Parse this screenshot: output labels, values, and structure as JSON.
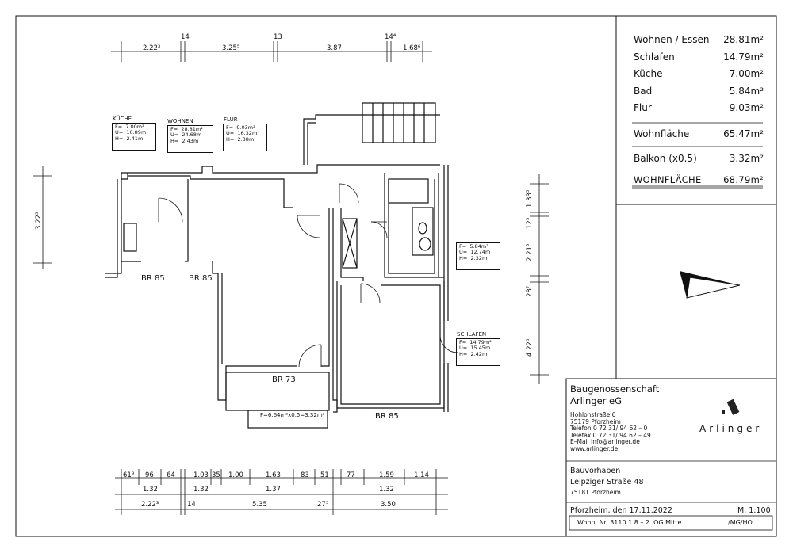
{
  "area_summary": {
    "rows": [
      {
        "name": "Wohnen / Essen",
        "value": "28.81m²"
      },
      {
        "name": "Schlafen",
        "value": "14.79m²"
      },
      {
        "name": "Küche",
        "value": "7.00m²"
      },
      {
        "name": "Bad",
        "value": "5.84m²"
      },
      {
        "name": "Flur",
        "value": "9.03m²"
      }
    ],
    "wohnflaeche": {
      "name": "Wohnfläche",
      "value": "65.47m²"
    },
    "balkon": {
      "name": "Balkon (x0.5)",
      "value": "3.32m²"
    },
    "total": {
      "name": "WOHNFLÄCHE",
      "value": "68.79m²"
    }
  },
  "room_labels": {
    "kueche": {
      "title": "KÜCHE",
      "f": "F=  7.00m²",
      "u": "U=  10.89m",
      "h": "H=  2.41m"
    },
    "wohnen": {
      "title": "WOHNEN",
      "f": "F=  28.81m²",
      "u": "U=  24.68m",
      "h": "H=  2.43m"
    },
    "flur": {
      "title": "FLUR",
      "f": "F=  9.03m²",
      "u": "U=  16.32m",
      "h": "H=  2.38m"
    },
    "bad": {
      "title": "",
      "f": "F=  5.84m²",
      "u": "U=  12.74m",
      "h": "H=  2.32m"
    },
    "schlafen": {
      "title": "SCHLAFEN",
      "f": "F=  14.79m²",
      "u": "U=  15.45m",
      "h": "H=  2.42m"
    }
  },
  "openings": {
    "br85_kueche": "BR 85",
    "br85_wohnen": "BR 85",
    "br73": "BR 73",
    "br85_schlafen": "BR 85",
    "balkon": "F=6.64m²x0.5=3.32m²"
  },
  "top_dimensions": {
    "d1": "2.22³",
    "d2": "14",
    "d3": "3.25⁵",
    "d4": "13",
    "d5": "3.87",
    "d6": "14⁴",
    "d7": "1.68⁶"
  },
  "bottom_dimensions": {
    "row1": [
      "61⁹",
      "96",
      "64",
      "1.03",
      "35",
      "1.00",
      "1.63",
      "83",
      "51",
      "77",
      "1.59",
      "1.14"
    ],
    "row2": [
      "1.32",
      "1.32",
      "1.37",
      "1.32"
    ],
    "row3": [
      "2.22³",
      "14",
      "5.35",
      "27⁵",
      "3.50"
    ]
  },
  "side_dimensions": {
    "left": "3.22⁵",
    "right": [
      "1.33⁵",
      "12⁵",
      "2.21⁵",
      "28⁷",
      "4.22⁵"
    ]
  },
  "title_block": {
    "company1": "Baugenossenschaft",
    "company2": "Arlinger eG",
    "address": [
      "Hohlohstraße 6",
      "75179 Pforzheim",
      "Telefon  0 72 31/ 94 62 – 0",
      "Telefax  0 72 31/ 94 62 – 49",
      "E–Mail   info@arlinger.de",
      "www.arlinger.de"
    ],
    "logo_text": "Arlinger",
    "project_label": "Bauvorhaben",
    "project_street": "Leipziger Straße 48",
    "project_city": "75181 Pforzheim",
    "date": "Pforzheim, den 17.11.2022",
    "scale": "M. 1:100",
    "unit": "Wohn. Nr. 3110.1.8 – 2. OG Mitte",
    "initials": "/MG/HO"
  }
}
